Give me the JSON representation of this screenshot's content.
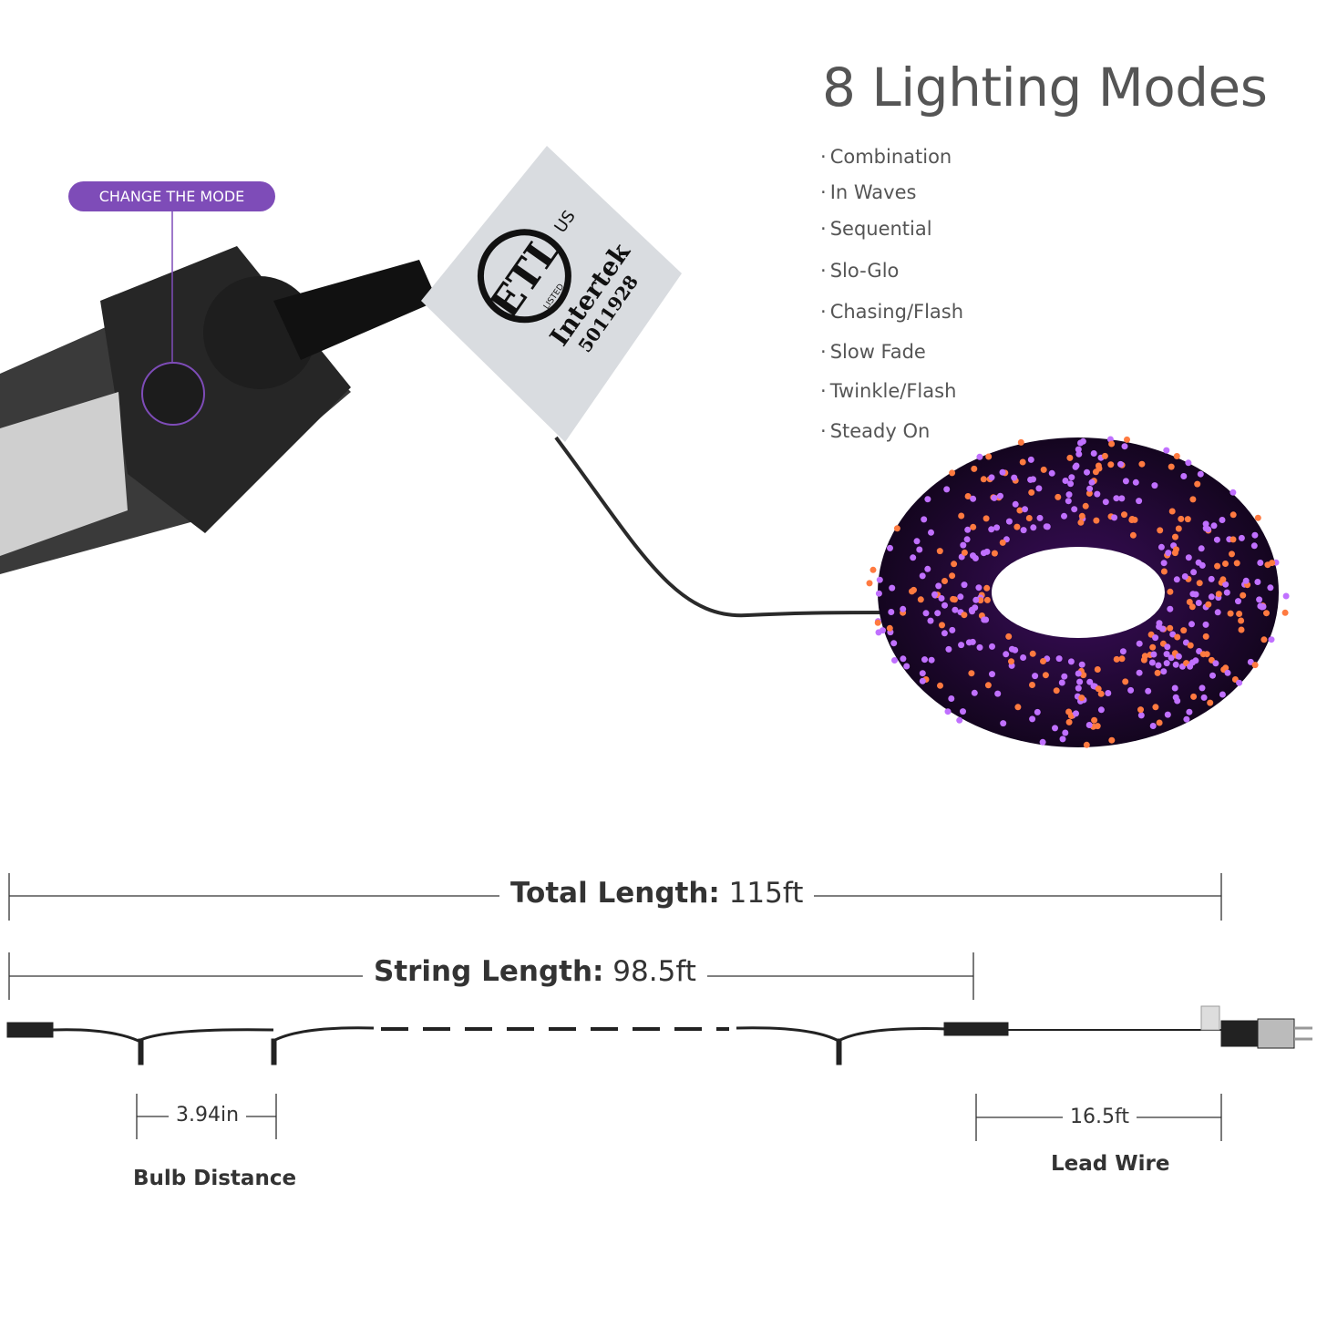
{
  "title": "8 Lighting Modes",
  "modes": [
    "Combination",
    "In Waves",
    "Sequential",
    "Slo-Glo",
    "Chasing/Flash",
    "Slow Fade",
    "Twinkle/Flash",
    "Steady On"
  ],
  "mode_bullet": "·",
  "callout": "CHANGE THE MODE",
  "certification_label": {
    "mark": "ETL",
    "listed": "LISTED",
    "region": "US",
    "brand": "Intertek",
    "number": "5011928"
  },
  "measurements": {
    "total": {
      "label": "Total Length:",
      "value": "115ft"
    },
    "string": {
      "label": "String Length:",
      "value": "98.5ft"
    },
    "bulb_distance": {
      "value": "3.94in",
      "caption": "Bulb Distance"
    },
    "lead_wire": {
      "value": "16.5ft",
      "caption": "Lead Wire"
    }
  },
  "colors": {
    "accent_purple": "#7e4cb8",
    "led_purple": "#c070ff",
    "led_orange": "#ff7a40",
    "text": "#333333"
  }
}
